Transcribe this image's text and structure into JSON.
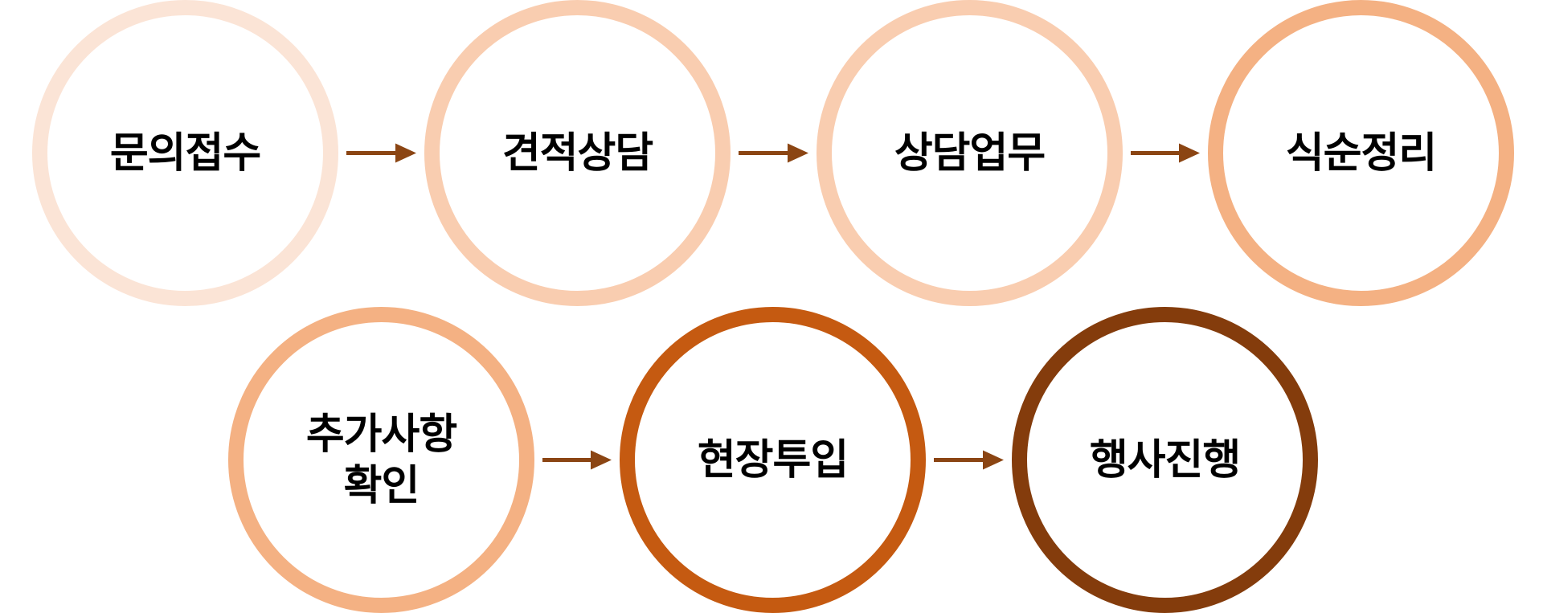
{
  "colors": {
    "arrow": "#8b4513",
    "label": "#000000"
  },
  "steps": [
    {
      "label": "문의접수",
      "color": "#fbe4d6"
    },
    {
      "label": "견적상담",
      "color": "#f9cdb0"
    },
    {
      "label": "상담업무",
      "color": "#f9cdb0"
    },
    {
      "label": "식순정리",
      "color": "#f4b183"
    },
    {
      "label": "추가사항\n확인",
      "color": "#f4b183"
    },
    {
      "label": "현장투입",
      "color": "#c55a11"
    },
    {
      "label": "행사진행",
      "color": "#843c0c"
    }
  ],
  "connections": [
    {
      "from": 1,
      "to": 2
    },
    {
      "from": 2,
      "to": 3
    },
    {
      "from": 3,
      "to": 4
    },
    {
      "from": 5,
      "to": 6
    },
    {
      "from": 6,
      "to": 7
    }
  ]
}
